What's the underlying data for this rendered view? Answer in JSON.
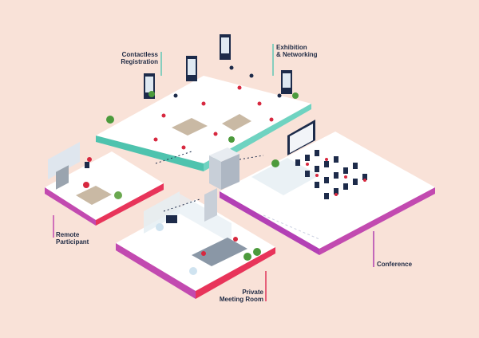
{
  "labels": {
    "contactless_registration": "Contactless\nRegistration",
    "exhibition_networking": "Exhibition\n& Networking",
    "remote_participant": "Remote\nParticipant",
    "private_meeting_room": "Private\nMeeting Room",
    "conference": "Conference"
  },
  "colors": {
    "background": "#f9e2d8",
    "registration_line": "#5fc7b5",
    "exhibition_line": "#5fc7b5",
    "remote_line": "#c24ab0",
    "meeting_line": "#e0365a",
    "conference_line": "#b03fb0",
    "floor_top": "#ffffff",
    "teal_edge": "#4ec3ae",
    "purple_edge": "#b340b5",
    "red_edge": "#e8345a",
    "shirt_red": "#d7283f",
    "suit_navy": "#1d2b4a"
  },
  "zones": {
    "registration": {
      "name": "registration-floor"
    },
    "remote": {
      "name": "remote-floor"
    },
    "meeting": {
      "name": "meeting-floor"
    },
    "conference": {
      "name": "conference-floor"
    }
  }
}
